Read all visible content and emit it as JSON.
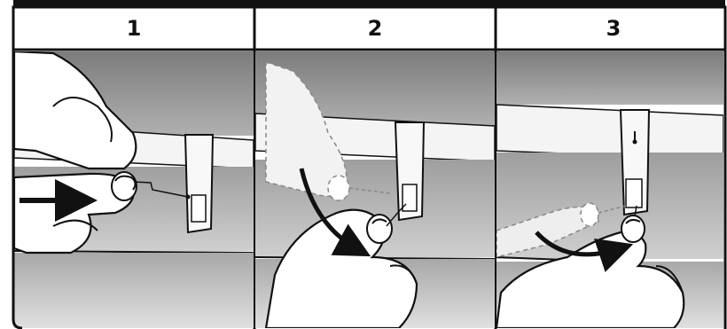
{
  "steps": [
    {
      "label": "1"
    },
    {
      "label": "2"
    },
    {
      "label": "3"
    }
  ],
  "colors": {
    "outline": "#111111",
    "panel_bg": "#ffffff",
    "wall_dark": "#8a8a8a",
    "wall_mid": "#b4b4b4",
    "wall_light": "#d6d6d6",
    "shelf": "#f2f2f2",
    "arrow": "#111111"
  }
}
